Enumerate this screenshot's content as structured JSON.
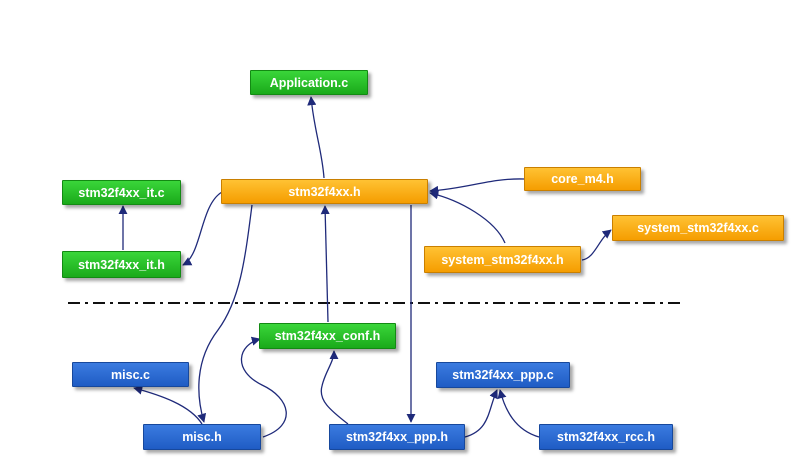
{
  "nodes": {
    "application_c": "Application.c",
    "stm32f4xx_h": "stm32f4xx.h",
    "core_m4_h": "core_m4.h",
    "system_stm32f4xx_c": "system_stm32f4xx.c",
    "system_stm32f4xx_h": "system_stm32f4xx.h",
    "stm32f4xx_it_c": "stm32f4xx_it.c",
    "stm32f4xx_it_h": "stm32f4xx_it.h",
    "stm32f4xx_conf_h": "stm32f4xx_conf.h",
    "misc_c": "misc.c",
    "misc_h": "misc.h",
    "stm32f4xx_ppp_c": "stm32f4xx_ppp.c",
    "stm32f4xx_ppp_h": "stm32f4xx_ppp.h",
    "stm32f4xx_rcc_h": "stm32f4xx_rcc.h"
  },
  "colors": {
    "green": "#22bb22",
    "orange": "#f9a800",
    "blue": "#2a67d0",
    "arrow": "#1f2a7a",
    "divider": "#111111"
  }
}
